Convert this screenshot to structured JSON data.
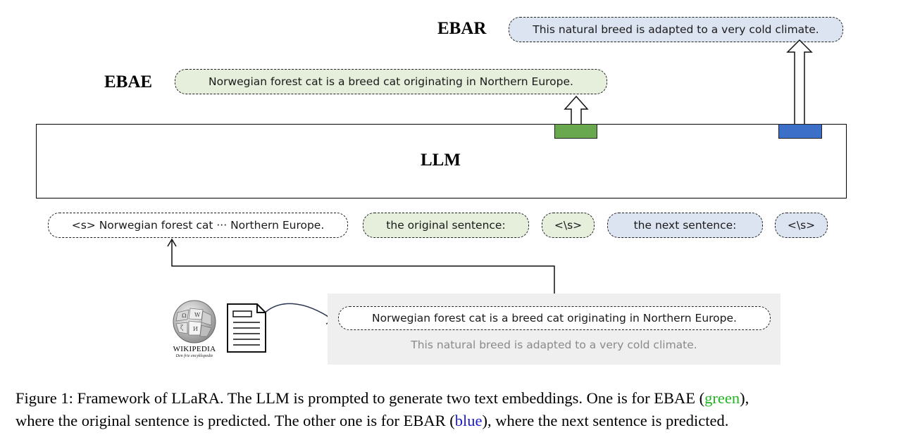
{
  "labels": {
    "ebar": "EBAR",
    "ebae": "EBAE",
    "llm": "LLM"
  },
  "outputs": {
    "ebar_text": "This natural breed is adapted to a very cold climate.",
    "ebae_text": "Norwegian forest cat  is a breed cat originating in Northern Europe."
  },
  "inputs": {
    "prompt_text": "<s> Norwegian forest cat ··· Northern Europe.",
    "original_prompt": "the original sentence:",
    "eos_1": "<\\s>",
    "next_prompt": "the next sentence:",
    "eos_2": "<\\s>"
  },
  "source": {
    "logo_name": "WIKIPEDIA",
    "logo_tagline": "Den frie encyklopedie",
    "sentence_1": "Norwegian forest cat  is a breed cat originating in Northern Europe.",
    "sentence_2": "This natural breed is adapted to a very cold climate."
  },
  "caption": {
    "part1": "Figure 1: Framework of LLaRA. The LLM is prompted to generate two text embeddings. One is for EBAE (",
    "green_word": "green",
    "part2": "),",
    "part3": "where the original sentence is predicted. The other one is for EBAR (",
    "blue_word": "blue",
    "part4": "), where the next sentence is predicted."
  },
  "colors": {
    "ebae_token": "#6aa84f",
    "ebar_token": "#3c6fc8",
    "green_fill": "#e5efdc",
    "blue_fill": "#dde4f1",
    "source_panel": "#efefef"
  }
}
